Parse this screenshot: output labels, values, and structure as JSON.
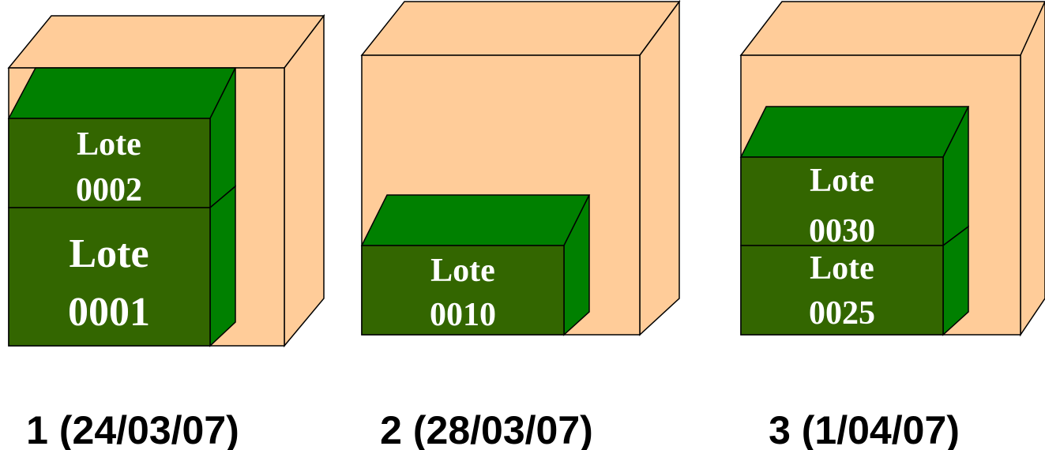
{
  "colors": {
    "box_fill": "#FFCC99",
    "lot_front": "#336600",
    "lot_top_side": "#008000",
    "outline": "#000000",
    "lot_text": "#FFFFFF"
  },
  "boxes": [
    {
      "caption": "1 (24/03/07)",
      "lots": [
        {
          "line1": "Lote",
          "line2": "0002"
        },
        {
          "line1": "Lote",
          "line2": "0001"
        }
      ]
    },
    {
      "caption": "2 (28/03/07)",
      "lots": [
        {
          "line1": "Lote",
          "line2": "0010"
        }
      ]
    },
    {
      "caption": "3 (1/04/07)",
      "lots": [
        {
          "line1": "Lote",
          "line2": "0030"
        },
        {
          "line1": "Lote",
          "line2": "0025"
        }
      ]
    }
  ]
}
